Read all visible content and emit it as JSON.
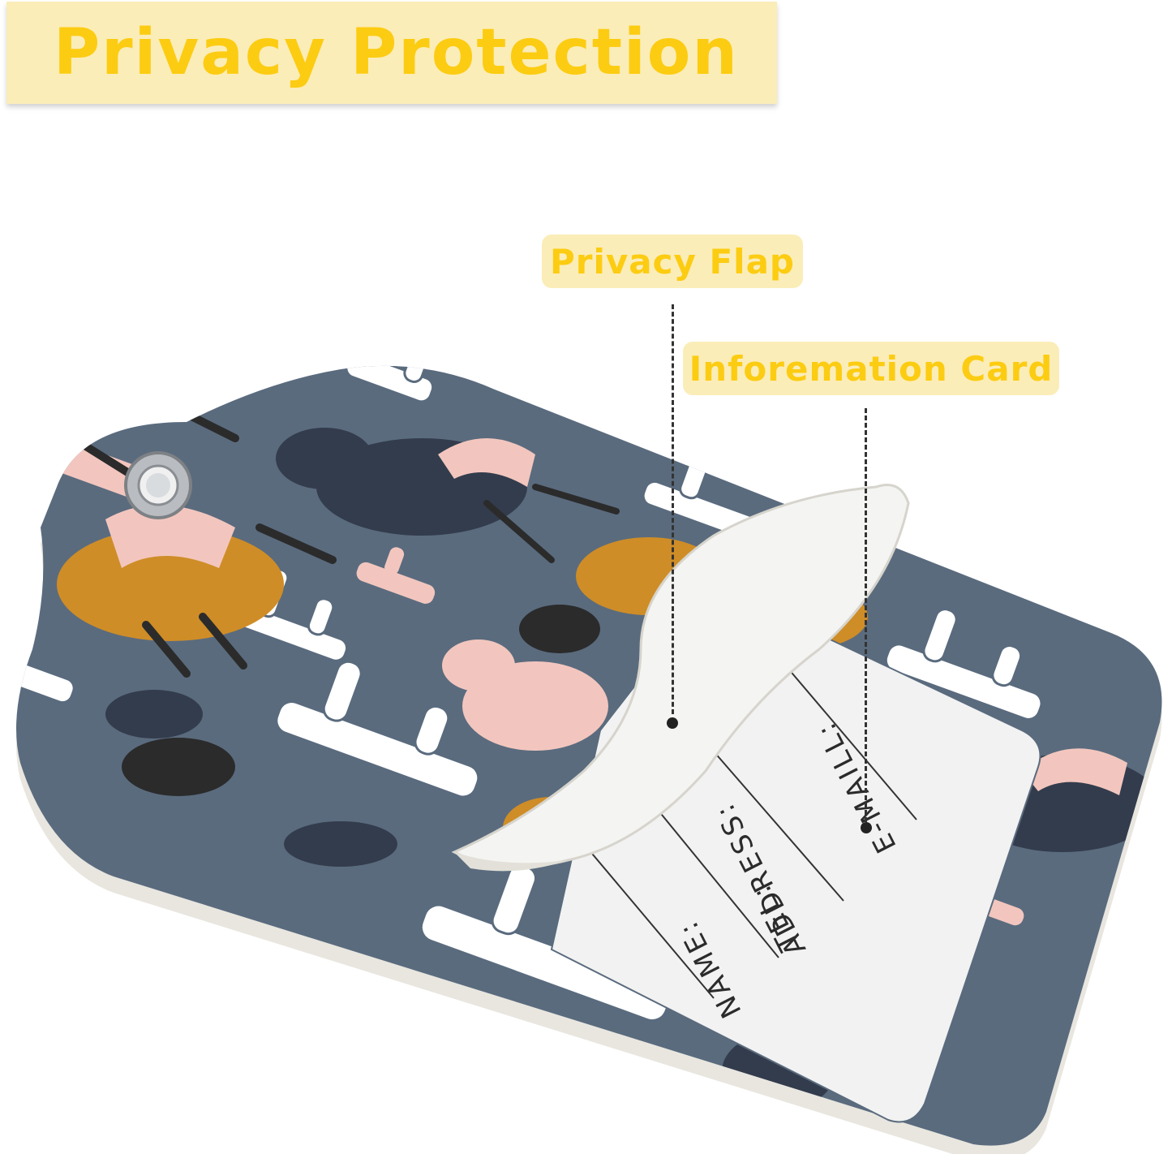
{
  "title": "Privacy Protection",
  "labels": {
    "privacy_flap": "Privacy Flap",
    "information_card": "Inforemation Card"
  },
  "card_fields": {
    "name": "NAME:",
    "tel": "TEL:",
    "address": "ADDRESS:",
    "email": "E-MAILL:"
  },
  "colors": {
    "banner_bg": "#fbedb8",
    "banner_text": "#fccc12",
    "tag_body": "#5a6b7e",
    "card_bg": "#f2f2f2",
    "flap_back": "#f4f4f2",
    "llama_mustard": "#cf8d27",
    "llama_pink": "#f2c6be",
    "llama_navy": "#333c4d"
  },
  "icons": [
    "grommet-icon",
    "cactus-icon",
    "llama-icon"
  ]
}
